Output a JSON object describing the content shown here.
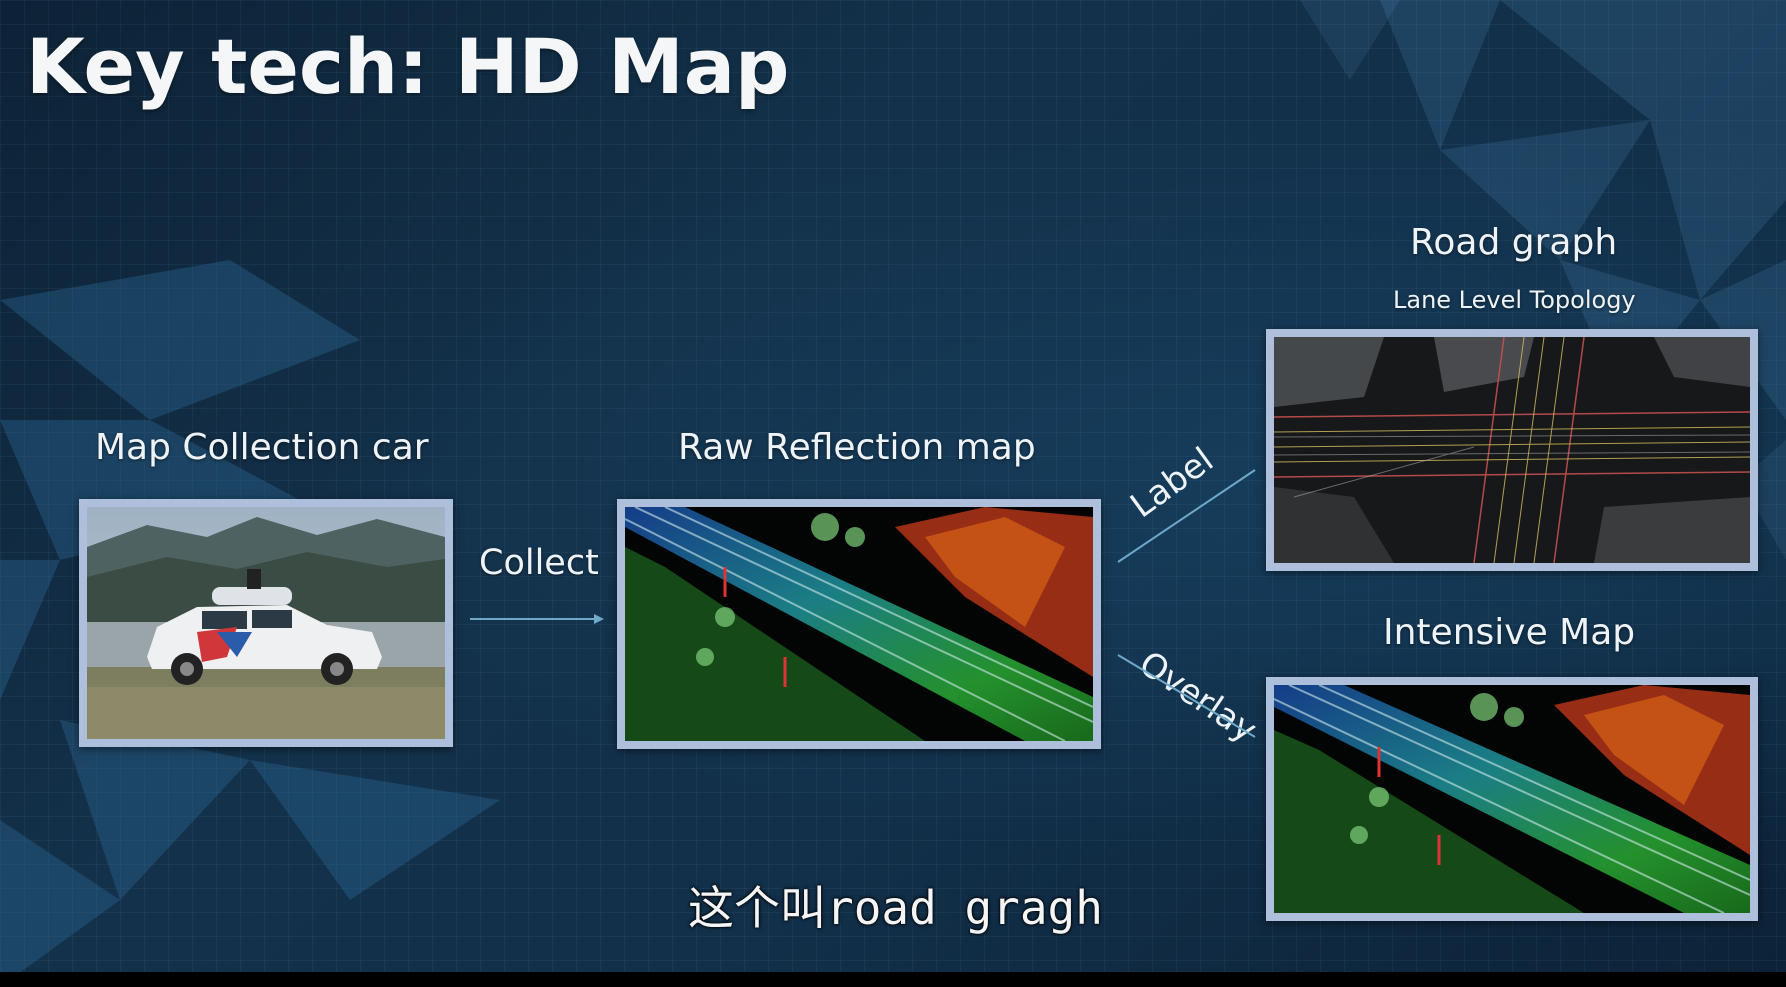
{
  "slide": {
    "title": "Key tech: HD Map",
    "subtitle_caption": "这个叫road gragh"
  },
  "nodes": {
    "collection_car": {
      "label": "Map Collection car"
    },
    "raw_reflection": {
      "label": "Raw Reflection map"
    },
    "road_graph": {
      "label": "Road graph",
      "sublabel": "Lane Level Topology"
    },
    "intensive_map": {
      "label": "Intensive Map"
    }
  },
  "edges": {
    "collect": "Collect",
    "label": "Label",
    "overlay": "Overlay"
  },
  "colors": {
    "background": "#0d2236",
    "frame_border": "#aebfdc",
    "text": "#f2f5f8"
  }
}
